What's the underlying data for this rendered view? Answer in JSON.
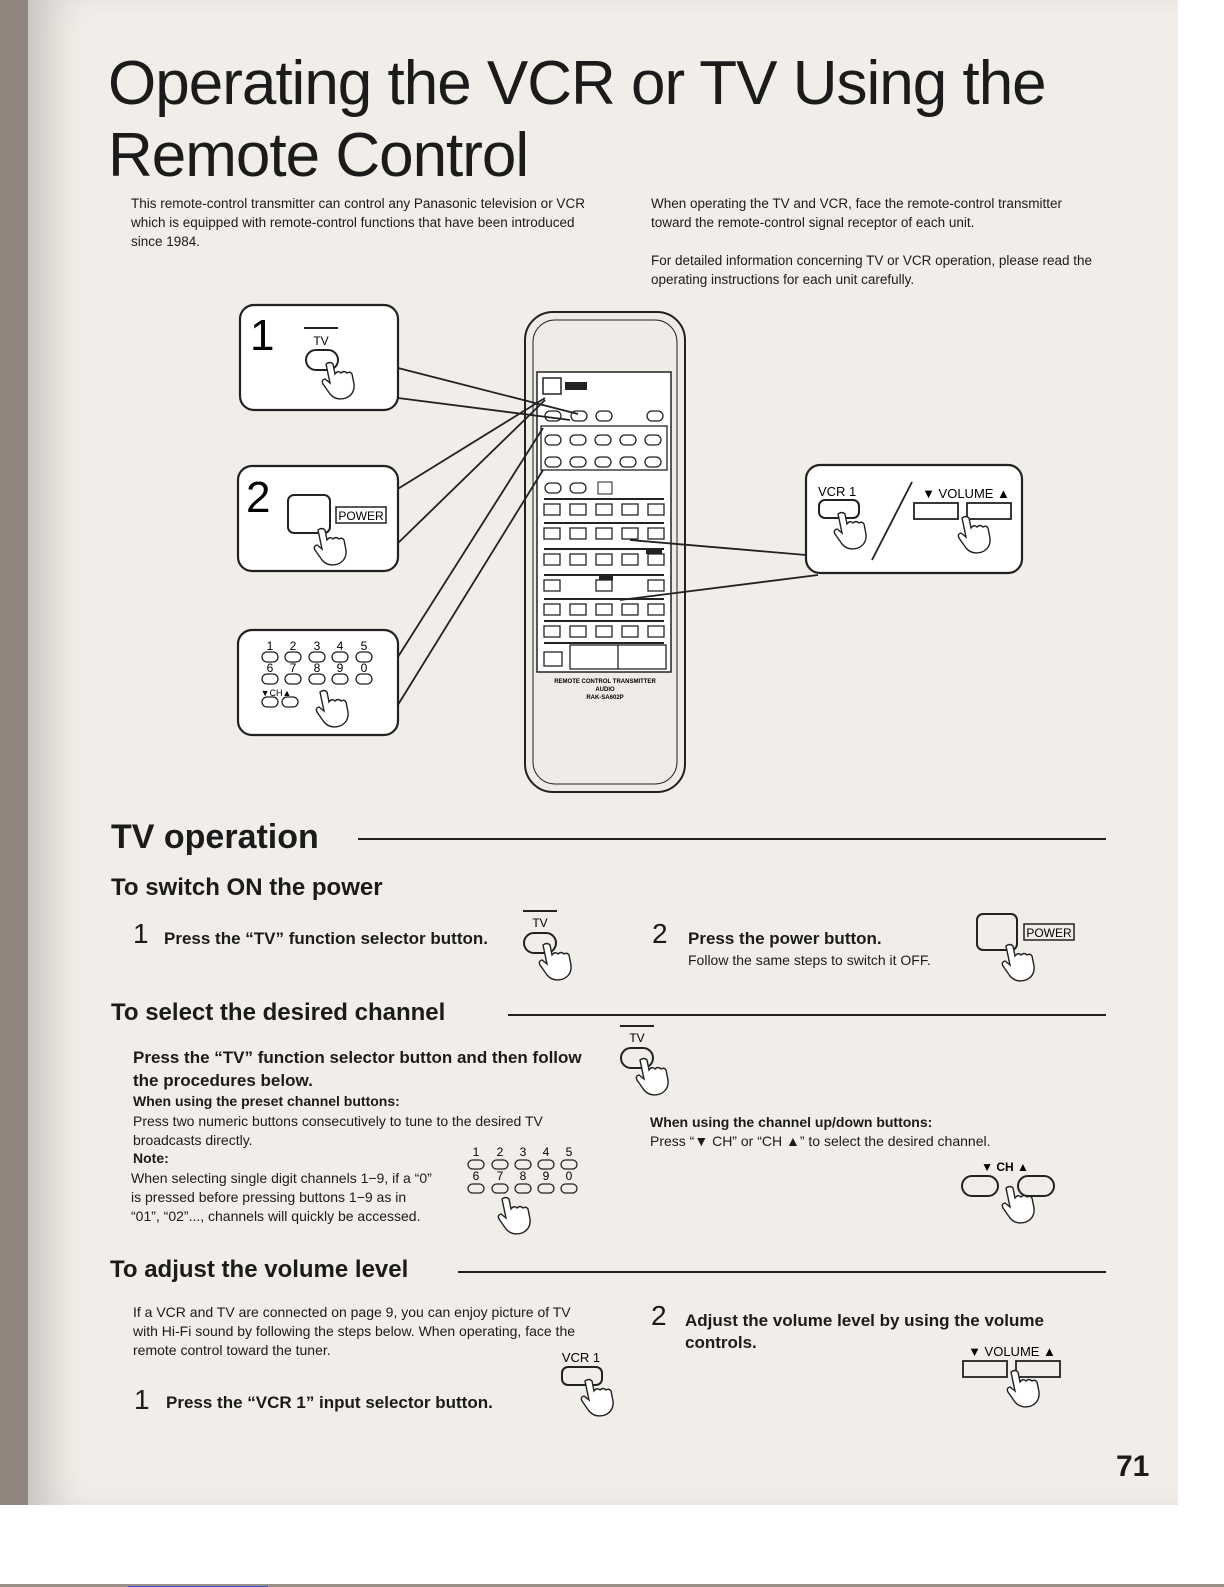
{
  "title_line1": "Operating the VCR or TV Using the",
  "title_line2": "Remote Control",
  "intro": {
    "left": "This remote-control transmitter can control any Panasonic television or VCR which is equipped with remote-control functions that have been introduced since 1984.",
    "right_p1": "When operating the TV and VCR, face the remote-control transmitter toward the remote-control signal receptor of each unit.",
    "right_p2": "For detailed information concerning TV or VCR operation, please read the operating instructions for each unit carefully."
  },
  "diagram": {
    "callout1_num": "1",
    "callout2_num": "2",
    "tv_label": "TV",
    "power_label": "POWER",
    "vcr1_label": "VCR 1",
    "volume_label": "▼ VOLUME ▲",
    "ch_label": "▼CH▲",
    "digits": [
      "1",
      "2",
      "3",
      "4",
      "5",
      "6",
      "7",
      "8",
      "9",
      "0"
    ],
    "remote_bottom_line1": "REMOTE CONTROL TRANSMITTER",
    "remote_bottom_line2": "AUDIO",
    "remote_model": "RAK-SA602P"
  },
  "tv_operation": {
    "heading": "TV operation",
    "power": {
      "heading": "To switch ON the power",
      "step1_num": "1",
      "step1_text": "Press the “TV” function selector button.",
      "step2_num": "2",
      "step2_text": "Press the power button.",
      "step2_sub": "Follow the same steps to switch it OFF."
    },
    "channel": {
      "heading": "To select the desired channel",
      "intro": "Press the “TV” function selector button and then follow the procedures below.",
      "preset_heading": "When using the preset channel buttons:",
      "preset_text": "Press two numeric buttons consecutively to tune to the desired TV broadcasts directly.",
      "note_label": "Note:",
      "note_text": "When selecting single digit channels 1−9, if a “0” is pressed before pressing buttons 1−9 as in “01”, “02”..., channels will quickly be accessed.",
      "updown_heading": "When using the channel up/down buttons:",
      "updown_text": "Press “▼ CH” or “CH ▲” to select the desired channel.",
      "ch_label": "▼  CH  ▲"
    },
    "volume": {
      "heading": "To adjust the volume level",
      "intro": "If a VCR and TV are connected on page 9, you can enjoy picture of TV with Hi-Fi sound by following the steps below. When operating, face the remote control toward the tuner.",
      "step1_num": "1",
      "step1_text": "Press the “VCR 1” input selector button.",
      "step2_num": "2",
      "step2_text": "Adjust the volume level by using the volume controls.",
      "volume_label": "▼ VOLUME ▲",
      "vcr1_label": "VCR 1"
    }
  },
  "page_number": "71"
}
